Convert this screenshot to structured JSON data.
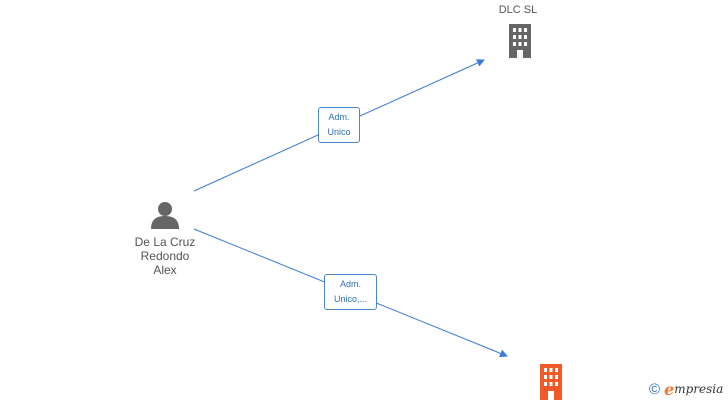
{
  "person": {
    "name_line1": "De La Cruz",
    "name_line2": "Redondo",
    "name_line3": "Alex",
    "icon": "person-icon"
  },
  "companies": [
    {
      "name": "DLC  SL",
      "icon": "building-icon",
      "color": "#666666"
    },
    {
      "name": "",
      "icon": "building-icon",
      "color": "#f05a28"
    }
  ],
  "relations": [
    {
      "line1": "Adm.",
      "line2": "Unico"
    },
    {
      "line1": "Adm.",
      "line2": "Unico,..."
    }
  ],
  "colors": {
    "edge": "#3a7bd5",
    "node_gray": "#666666",
    "node_orange": "#f05a28"
  },
  "watermark": {
    "copyright_symbol": "©",
    "brand_initial": "e",
    "brand_rest": "mpresia"
  }
}
